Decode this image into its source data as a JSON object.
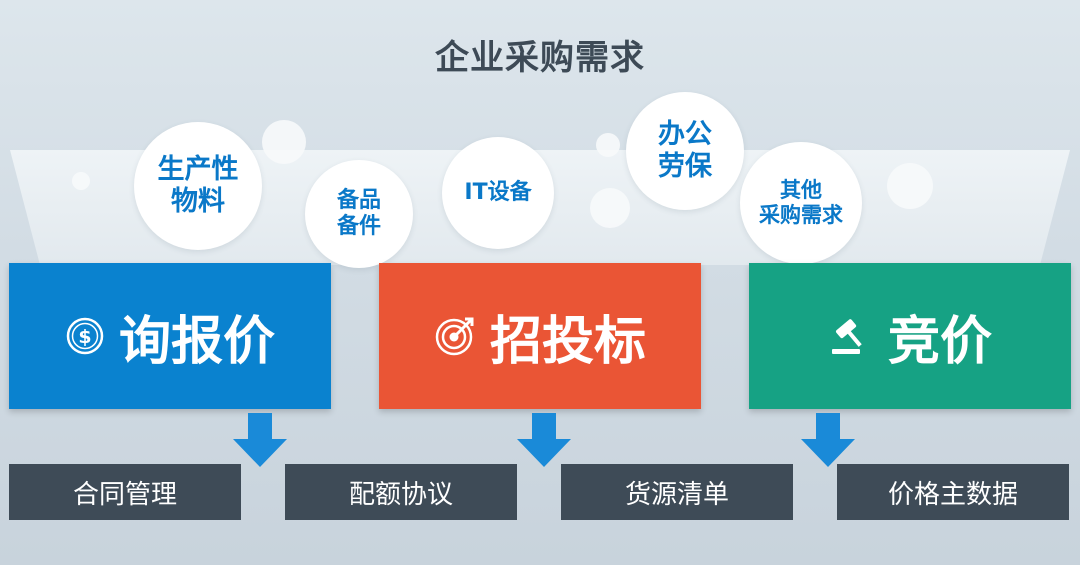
{
  "title": "企业采购需求",
  "colors": {
    "blue": "#0a82cf",
    "orange": "#ea5535",
    "green": "#16a284",
    "dark_bar": "#3e4b57",
    "bubble_text": "#0a78c8",
    "title_text": "#3d4a56"
  },
  "bubbles": [
    {
      "line1": "生产性",
      "line2": "物料"
    },
    {
      "line1": "备品",
      "line2": "备件"
    },
    {
      "line1": "IT设备",
      "line2": ""
    },
    {
      "line1": "办公",
      "line2": "劳保"
    },
    {
      "line1": "其他",
      "line2": "采购需求"
    }
  ],
  "methods": [
    {
      "label": "询报价",
      "icon": "dollar-coin-icon",
      "color": "#0a82cf"
    },
    {
      "label": "招投标",
      "icon": "target-icon",
      "color": "#ea5535"
    },
    {
      "label": "竞价",
      "icon": "gavel-icon",
      "color": "#16a284"
    }
  ],
  "outcomes": [
    "合同管理",
    "配额协议",
    "货源清单",
    "价格主数据"
  ]
}
